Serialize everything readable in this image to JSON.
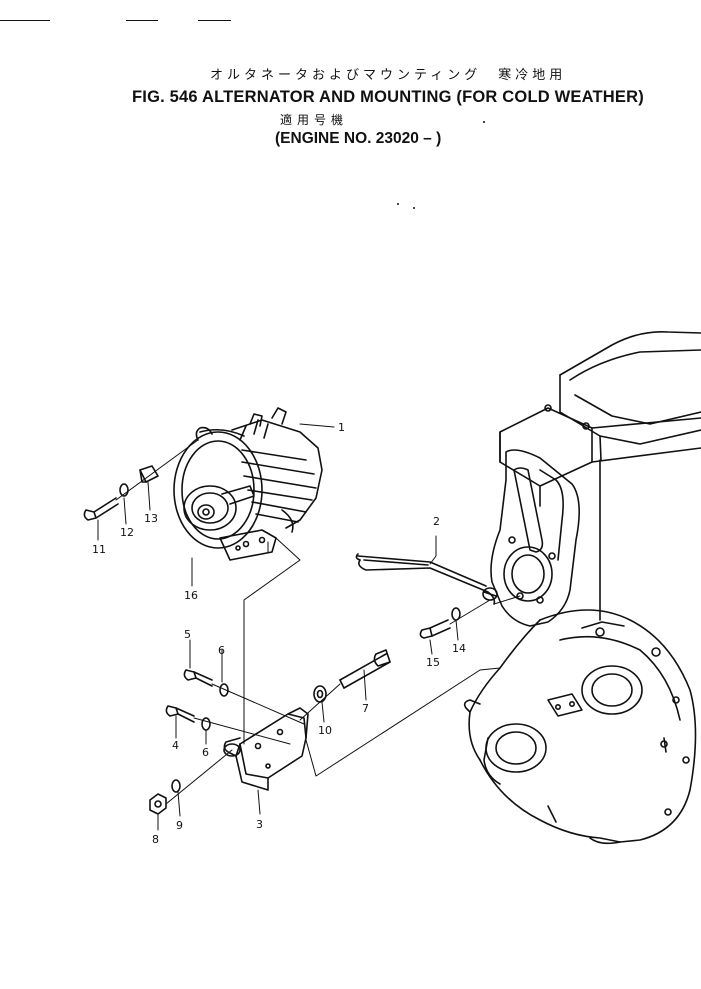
{
  "header": {
    "title_jp": "オルタネータおよびマウンティング　寒冷地用",
    "title_en": "FIG. 546  ALTERNATOR AND MOUNTING (FOR COLD WEATHER)",
    "applicable_jp": "適用号機",
    "engine_no": "(ENGINE NO. 23020 –  )"
  },
  "callouts": [
    {
      "id": "1",
      "label": "1"
    },
    {
      "id": "2",
      "label": "2"
    },
    {
      "id": "3",
      "label": "3"
    },
    {
      "id": "4",
      "label": "4"
    },
    {
      "id": "5",
      "label": "5"
    },
    {
      "id": "6a",
      "label": "6"
    },
    {
      "id": "6b",
      "label": "6"
    },
    {
      "id": "7",
      "label": "7"
    },
    {
      "id": "8",
      "label": "8"
    },
    {
      "id": "9",
      "label": "9"
    },
    {
      "id": "10",
      "label": "10"
    },
    {
      "id": "11",
      "label": "11"
    },
    {
      "id": "12",
      "label": "12"
    },
    {
      "id": "13",
      "label": "13"
    },
    {
      "id": "14",
      "label": "14"
    },
    {
      "id": "15",
      "label": "15"
    },
    {
      "id": "16",
      "label": "16"
    }
  ]
}
